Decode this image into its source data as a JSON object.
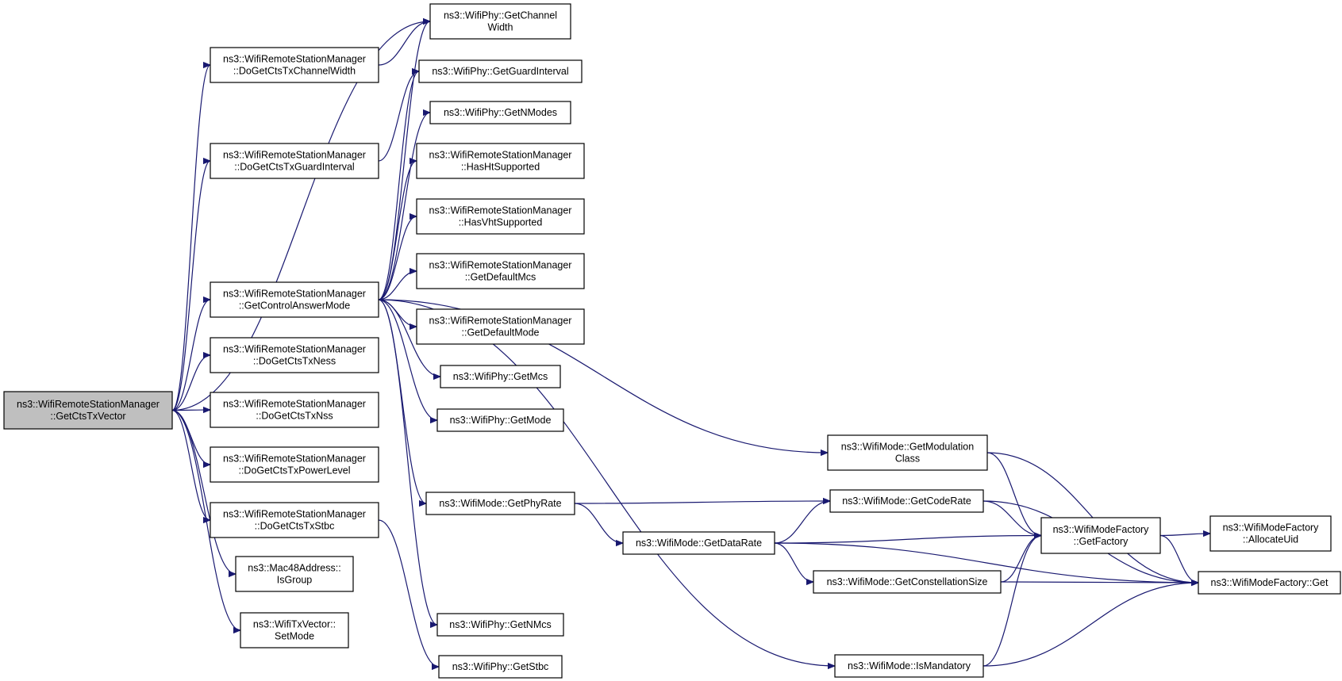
{
  "colors": {
    "edge": "#191970",
    "root_fill": "#bfbfbf",
    "node_fill": "#ffffff",
    "border": "#000000"
  },
  "nodes": {
    "root": [
      "ns3::WifiRemoteStationManager",
      "::GetCtsTxVector"
    ],
    "getChannelWidth": [
      "ns3::WifiPhy::GetChannel",
      "Width"
    ],
    "doGetCtsTxChannelWidth": [
      "ns3::WifiRemoteStationManager",
      "::DoGetCtsTxChannelWidth"
    ],
    "getGuardInterval": [
      "ns3::WifiPhy::GetGuardInterval"
    ],
    "getNModes": [
      "ns3::WifiPhy::GetNModes"
    ],
    "doGetCtsTxGuardInterval": [
      "ns3::WifiRemoteStationManager",
      "::DoGetCtsTxGuardInterval"
    ],
    "hasHtSupported": [
      "ns3::WifiRemoteStationManager",
      "::HasHtSupported"
    ],
    "hasVhtSupported": [
      "ns3::WifiRemoteStationManager",
      "::HasVhtSupported"
    ],
    "getControlAnswerMode": [
      "ns3::WifiRemoteStationManager",
      "::GetControlAnswerMode"
    ],
    "getDefaultMcs": [
      "ns3::WifiRemoteStationManager",
      "::GetDefaultMcs"
    ],
    "getDefaultMode": [
      "ns3::WifiRemoteStationManager",
      "::GetDefaultMode"
    ],
    "doGetCtsTxNess": [
      "ns3::WifiRemoteStationManager",
      "::DoGetCtsTxNess"
    ],
    "getMcs": [
      "ns3::WifiPhy::GetMcs"
    ],
    "doGetCtsTxNss": [
      "ns3::WifiRemoteStationManager",
      "::DoGetCtsTxNss"
    ],
    "getMode": [
      "ns3::WifiPhy::GetMode"
    ],
    "getModulationClass": [
      "ns3::WifiMode::GetModulation",
      "Class"
    ],
    "doGetCtsTxPowerLevel": [
      "ns3::WifiRemoteStationManager",
      "::DoGetCtsTxPowerLevel"
    ],
    "getPhyRate": [
      "ns3::WifiMode::GetPhyRate"
    ],
    "getCodeRate": [
      "ns3::WifiMode::GetCodeRate"
    ],
    "doGetCtsTxStbc": [
      "ns3::WifiRemoteStationManager",
      "::DoGetCtsTxStbc"
    ],
    "getFactory": [
      "ns3::WifiModeFactory",
      "::GetFactory"
    ],
    "allocateUid": [
      "ns3::WifiModeFactory",
      "::AllocateUid"
    ],
    "getDataRate": [
      "ns3::WifiMode::GetDataRate"
    ],
    "isGroup": [
      "ns3::Mac48Address::",
      "IsGroup"
    ],
    "getConstellationSize": [
      "ns3::WifiMode::GetConstellationSize"
    ],
    "factoryGet": [
      "ns3::WifiModeFactory::Get"
    ],
    "setMode": [
      "ns3::WifiTxVector::",
      "SetMode"
    ],
    "getNMcs": [
      "ns3::WifiPhy::GetNMcs"
    ],
    "isMandatory": [
      "ns3::WifiMode::IsMandatory"
    ],
    "getStbc": [
      "ns3::WifiPhy::GetStbc"
    ]
  },
  "edges": [
    [
      "root",
      "doGetCtsTxChannelWidth"
    ],
    [
      "root",
      "doGetCtsTxGuardInterval"
    ],
    [
      "root",
      "getControlAnswerMode"
    ],
    [
      "root",
      "doGetCtsTxNess"
    ],
    [
      "root",
      "doGetCtsTxNss"
    ],
    [
      "root",
      "doGetCtsTxPowerLevel"
    ],
    [
      "root",
      "doGetCtsTxStbc"
    ],
    [
      "root",
      "isGroup"
    ],
    [
      "root",
      "setMode"
    ],
    [
      "root",
      "getChannelWidth"
    ],
    [
      "doGetCtsTxChannelWidth",
      "getChannelWidth"
    ],
    [
      "doGetCtsTxGuardInterval",
      "getGuardInterval"
    ],
    [
      "getControlAnswerMode",
      "getChannelWidth"
    ],
    [
      "getControlAnswerMode",
      "getGuardInterval"
    ],
    [
      "getControlAnswerMode",
      "getNModes"
    ],
    [
      "getControlAnswerMode",
      "hasHtSupported"
    ],
    [
      "getControlAnswerMode",
      "hasVhtSupported"
    ],
    [
      "getControlAnswerMode",
      "getDefaultMcs"
    ],
    [
      "getControlAnswerMode",
      "getDefaultMode"
    ],
    [
      "getControlAnswerMode",
      "getMcs"
    ],
    [
      "getControlAnswerMode",
      "getMode"
    ],
    [
      "getControlAnswerMode",
      "getModulationClass"
    ],
    [
      "getControlAnswerMode",
      "getPhyRate"
    ],
    [
      "getControlAnswerMode",
      "getNMcs"
    ],
    [
      "getControlAnswerMode",
      "isMandatory"
    ],
    [
      "doGetCtsTxStbc",
      "getStbc"
    ],
    [
      "getPhyRate",
      "getCodeRate"
    ],
    [
      "getPhyRate",
      "getDataRate"
    ],
    [
      "getDataRate",
      "getCodeRate"
    ],
    [
      "getDataRate",
      "getFactory"
    ],
    [
      "getDataRate",
      "getConstellationSize"
    ],
    [
      "getDataRate",
      "factoryGet"
    ],
    [
      "getModulationClass",
      "getFactory"
    ],
    [
      "getModulationClass",
      "factoryGet"
    ],
    [
      "getCodeRate",
      "getFactory"
    ],
    [
      "getCodeRate",
      "factoryGet"
    ],
    [
      "getConstellationSize",
      "getFactory"
    ],
    [
      "getConstellationSize",
      "factoryGet"
    ],
    [
      "isMandatory",
      "getFactory"
    ],
    [
      "isMandatory",
      "factoryGet"
    ],
    [
      "getFactory",
      "allocateUid"
    ],
    [
      "getFactory",
      "factoryGet"
    ]
  ]
}
